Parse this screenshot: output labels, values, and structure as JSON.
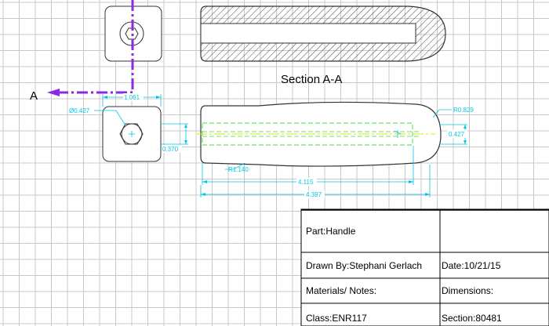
{
  "drawing": {
    "section_title": "Section A-A",
    "section_marker": "A"
  },
  "dimensions": {
    "hex_width": "1.061",
    "hole_diameter": "Ø0.427",
    "offset": "0.370",
    "fillet_radius": "R1.140",
    "length_inner": "4.115",
    "length_total": "4.397",
    "end_radius": "R0.829",
    "end_height": "0.427"
  },
  "title_block": {
    "part": "Part:Handle",
    "drawn_by": "Drawn By:Stephani Gerlach",
    "date": "Date:10/21/15",
    "materials": "Materials/ Notes:",
    "dimensions_label": "Dimensions:",
    "class": "Class:ENR117",
    "section": "Section:80481"
  },
  "colors": {
    "grid": "#c8c8c8",
    "outline": "#333333",
    "dimension": "#00c8e6",
    "cutting_plane": "#8a2be2",
    "centerline_green": "#3cdc3c",
    "centerline_yellow": "#e6e600"
  }
}
